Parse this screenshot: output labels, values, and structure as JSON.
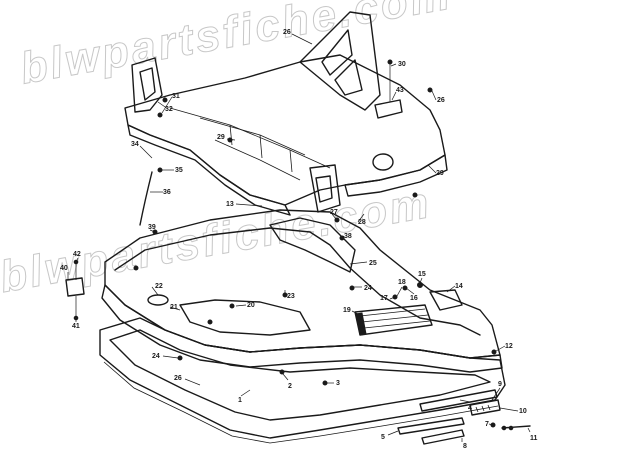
{
  "watermark": {
    "text": "blwpartsfiche.com",
    "color": "#c8c8c8"
  },
  "callouts": [
    {
      "label": "26"
    },
    {
      "label": "30"
    },
    {
      "label": "31"
    },
    {
      "label": "32"
    },
    {
      "label": "43"
    },
    {
      "label": "26"
    },
    {
      "label": "29"
    },
    {
      "label": "34"
    },
    {
      "label": "35"
    },
    {
      "label": "36"
    },
    {
      "label": "29"
    },
    {
      "label": "13"
    },
    {
      "label": "27"
    },
    {
      "label": "28"
    },
    {
      "label": "38"
    },
    {
      "label": "25"
    },
    {
      "label": "39"
    },
    {
      "label": "40"
    },
    {
      "label": "42"
    },
    {
      "label": "22"
    },
    {
      "label": "21"
    },
    {
      "label": "20"
    },
    {
      "label": "23"
    },
    {
      "label": "24"
    },
    {
      "label": "18"
    },
    {
      "label": "17"
    },
    {
      "label": "15"
    },
    {
      "label": "14"
    },
    {
      "label": "16"
    },
    {
      "label": "19"
    },
    {
      "label": "41"
    },
    {
      "label": "24"
    },
    {
      "label": "12"
    },
    {
      "label": "26"
    },
    {
      "label": "2"
    },
    {
      "label": "3"
    },
    {
      "label": "1"
    },
    {
      "label": "9"
    },
    {
      "label": "4"
    },
    {
      "label": "10"
    },
    {
      "label": "7"
    },
    {
      "label": "5"
    },
    {
      "label": "8"
    },
    {
      "label": "11"
    }
  ],
  "colors": {
    "line": "#1a1a1a",
    "background": "#ffffff"
  }
}
